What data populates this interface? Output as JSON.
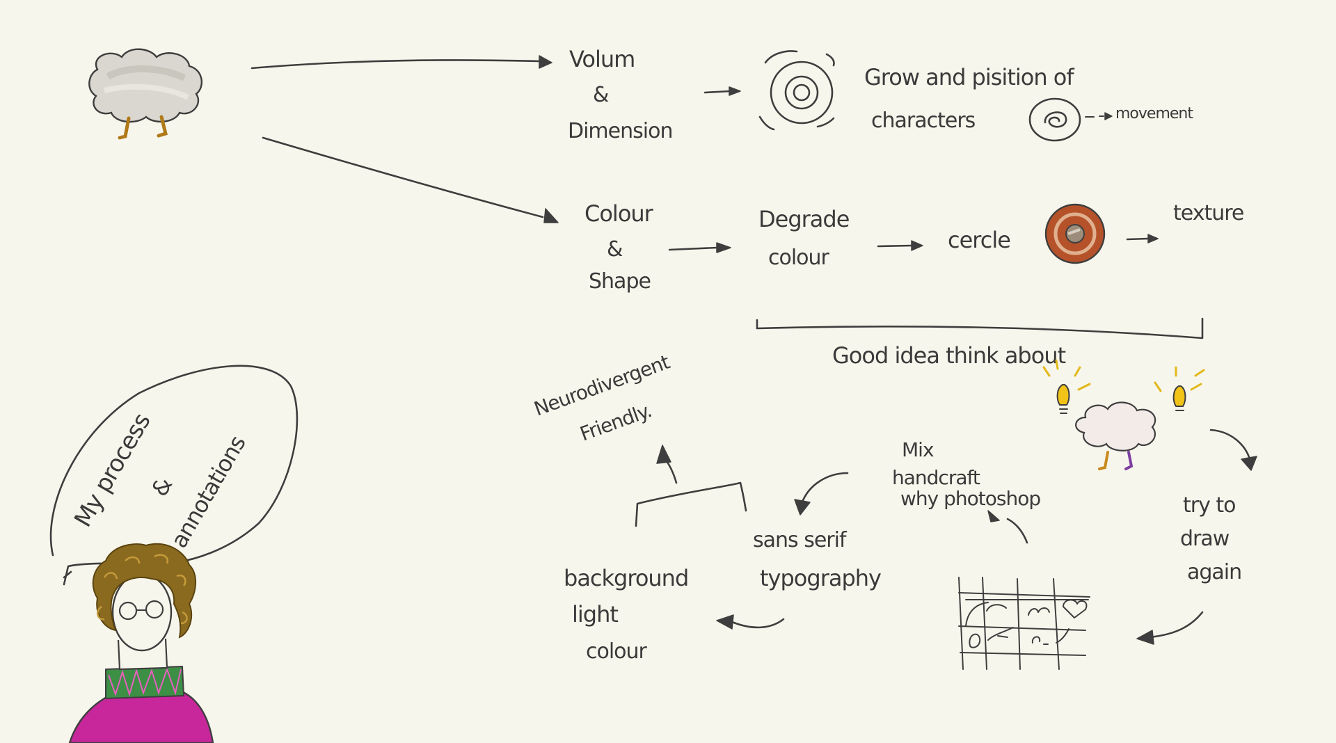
{
  "colors": {
    "background": "#f7f6ec",
    "ink": "#3e3e3e",
    "cloud_fill": "#d9d7cf",
    "ring_brown": "#b5522a",
    "bulb_yellow": "#f2c318",
    "sweater_magenta": "#c7279b",
    "collar_green": "#3d8f46",
    "hair_brown": "#8a6a1f"
  },
  "nodes": {
    "volume": {
      "line1": "Volum",
      "line2": "&",
      "line3": "Dimension"
    },
    "grow": {
      "line1": "Grow and pisition of",
      "line2": "characters"
    },
    "movement": "movement",
    "colour_shape": {
      "line1": "Colour",
      "line2": "&",
      "line3": "Shape"
    },
    "degrade": {
      "line1": "Degrade",
      "line2": "colour"
    },
    "cercle": "cercle",
    "texture": "texture",
    "good_idea": "Good idea think about",
    "neurodivergent": {
      "line1": "Neurodivergent",
      "line2": "Friendly."
    },
    "mix": {
      "line1": "Mix",
      "line2": "handcraft",
      "line3": "why photoshop"
    },
    "try_again": {
      "line1": "try to",
      "line2": "draw",
      "line3": "again"
    },
    "sans_serif": {
      "line1": "sans serif",
      "line2": "typography"
    },
    "background": {
      "line1": "background",
      "line2": "light",
      "line3": "colour"
    },
    "speech": {
      "line1": "My process",
      "line2": "&",
      "line3": "annotations"
    }
  },
  "icons": [
    "cloud-character-icon",
    "concentric-circles-icon",
    "spiral-icon",
    "brown-ring-icon",
    "lightbulb-icon",
    "grid-sketch-icon",
    "self-portrait-icon"
  ]
}
